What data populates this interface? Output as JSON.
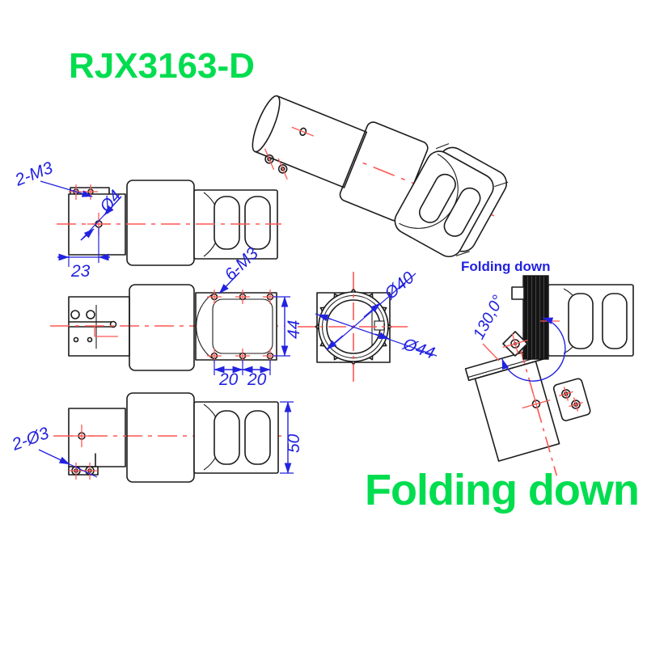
{
  "colors": {
    "green": "#00dd4f",
    "blue": "#2222e0",
    "red": "#ff5752",
    "ink": "#1c1c1c"
  },
  "title": "RJX3163-D",
  "annotations": {
    "side_top": {
      "thread_callout": "2-M3",
      "hole_diameter": "Ø4",
      "hole_offset": "23"
    },
    "plan": {
      "thread_callout": "6-M3",
      "plate_height": "44",
      "hole_pitch_left": "20",
      "hole_pitch_right": "20"
    },
    "end_view": {
      "inner_diameter": "Ø40",
      "outer_diameter": "Ø44"
    },
    "side_bottom": {
      "hole_callout": "2-Ø3",
      "plate_width": "50"
    },
    "folded": {
      "caption": "Folding down",
      "fold_angle": "130,0°"
    },
    "footer": {
      "caption": "Folding down"
    }
  }
}
